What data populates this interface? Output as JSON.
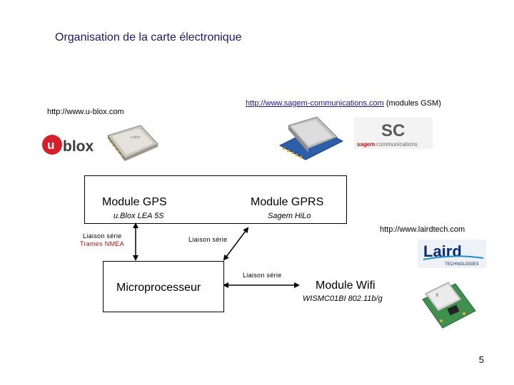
{
  "title": "Organisation de la carte électronique",
  "links": {
    "ublox": "http://www.u-blox.com",
    "sagem": "http://www.sagem-communications.com",
    "sagem_note": " (modules GSM)",
    "laird": "http://www.lairdtech.com"
  },
  "logos": {
    "ublox": "u-blox",
    "sagem_top": "SC",
    "sagem_bottom_a": "sagem",
    "sagem_bottom_b": "communications",
    "laird_main": "Laird",
    "laird_sub": "TECHNOLOGIES"
  },
  "modules": {
    "gps": {
      "name": "Module GPS",
      "part": "u.Blox LEA 5S"
    },
    "gprs": {
      "name": "Module GPRS",
      "part": "Sagem HiLo"
    },
    "cpu": {
      "name": "Microprocesseur"
    },
    "wifi": {
      "name": "Module Wifi",
      "part": "WISMC01BI   802.11b/g"
    }
  },
  "connections": {
    "gps_cpu_a": "Liaison série",
    "gps_cpu_b": "Trames NMEA",
    "gprs_cpu": "Liaison série",
    "wifi_cpu": "Liaison série"
  },
  "page_number": "5",
  "colors": {
    "title": "#1a1a6e",
    "ublox_red": "#d4202a",
    "nmea_text": "#8b1a1a"
  }
}
